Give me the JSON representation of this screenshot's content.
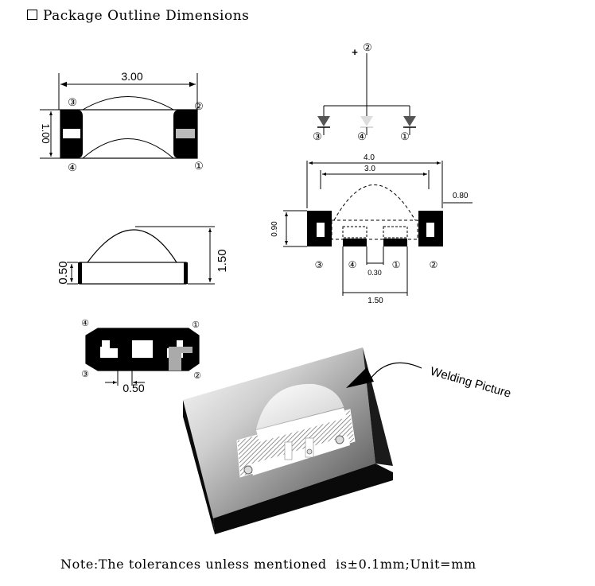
{
  "title": "Package Outline Dimensions",
  "note": "Note:The tolerances unless mentioned  is±0.1mm;Unit=mm",
  "top_view": {
    "width_dim": "3.00",
    "height_dim": "1.00",
    "pins": {
      "p1": "①",
      "p2": "②",
      "p3": "③",
      "p4": "④"
    }
  },
  "side_view": {
    "body_height": "0.50",
    "total_height": "1.50"
  },
  "bottom_view": {
    "pad_spacing": "0.50",
    "pins": {
      "p1": "①",
      "p2": "②",
      "p3": "③",
      "p4": "④"
    }
  },
  "schematic": {
    "plus": "+",
    "anode": "②",
    "cathodes": [
      "③",
      "④",
      "①"
    ],
    "led_colors": [
      "#555555",
      "#dddddd",
      "#555555"
    ]
  },
  "footprint": {
    "dim_outer": "4.0",
    "dim_inner": "3.0",
    "dim_pad_w": "0.80",
    "dim_pad_h": "0.90",
    "dim_gap": "0.30",
    "dim_span": "1.50",
    "pins": [
      "③",
      "④",
      "①",
      "②"
    ]
  },
  "welding": {
    "label": "Welding Picture"
  }
}
